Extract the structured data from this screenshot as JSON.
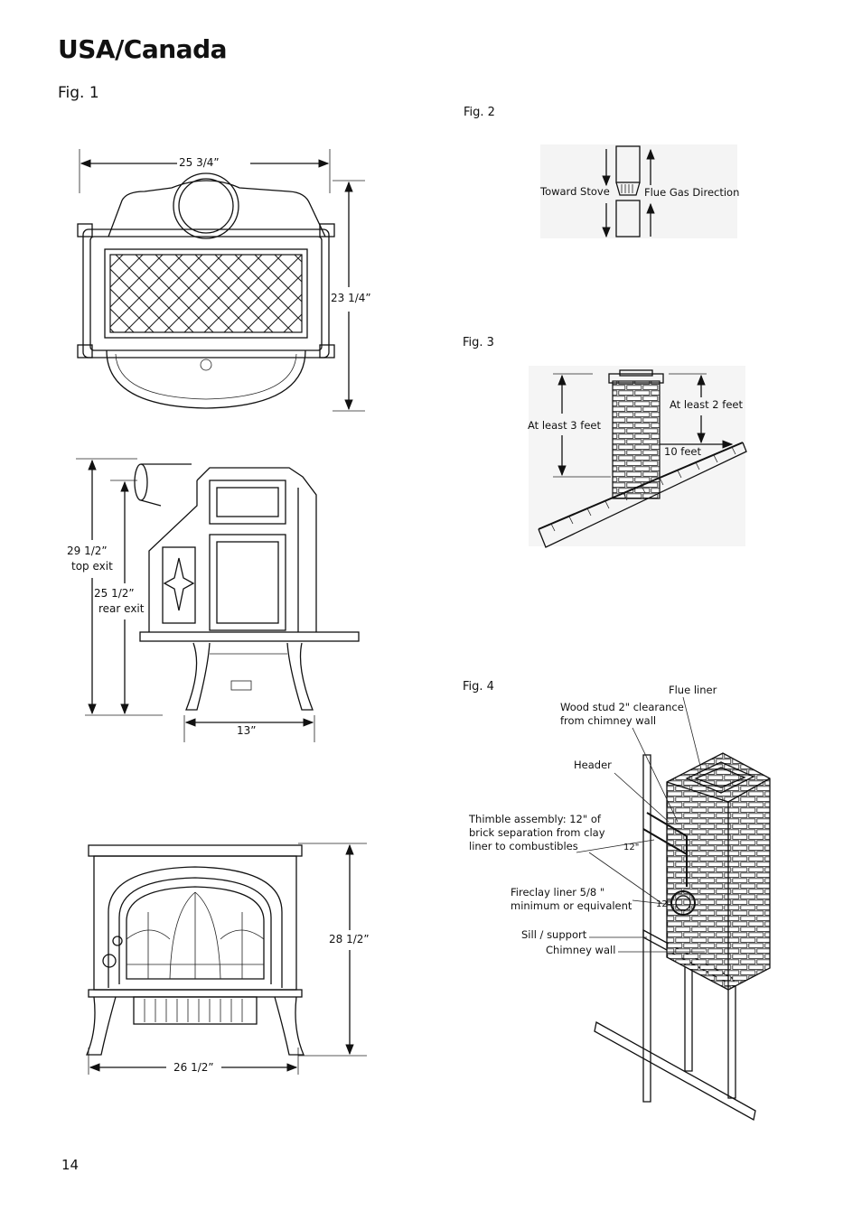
{
  "page": {
    "title": "USA/Canada",
    "page_number": "14"
  },
  "fig1": {
    "label": "Fig. 1",
    "top_view": {
      "width": "25 3/4”",
      "depth": "23 1/4”"
    },
    "side_view": {
      "top_exit": "29 1/2”",
      "top_exit_label": "top exit",
      "rear_exit": "25 1/2”",
      "rear_exit_label": "rear exit",
      "leg_span": "13”"
    },
    "front_view": {
      "height": "28 1/2”",
      "width": "26 1/2”"
    }
  },
  "fig2": {
    "label": "Fig. 2",
    "toward_stove": "Toward Stove",
    "flue_gas_direction": "Flue Gas Direction"
  },
  "fig3": {
    "label": "Fig. 3",
    "at_least_3_feet": "At least 3 feet",
    "at_least_2_feet": "At least 2 feet",
    "ten_feet": "10 feet"
  },
  "fig4": {
    "label": "Fig. 4",
    "flue_liner": "Flue liner",
    "wood_stud_line1": "Wood stud 2\" clearance",
    "wood_stud_line2": "from chimney wall",
    "header": "Header",
    "thimble_line1": "Thimble assembly: 12\" of",
    "thimble_line2": "brick separation from clay",
    "thimble_line3": "liner to combustibles",
    "twelve_a": "12\"",
    "fireclay_line1": "Fireclay liner 5/8 \"",
    "fireclay_line2": "minimum or equivalent",
    "twelve_b": "12\"",
    "sill": "Sill / support",
    "chimney_wall": "Chimney wall"
  }
}
